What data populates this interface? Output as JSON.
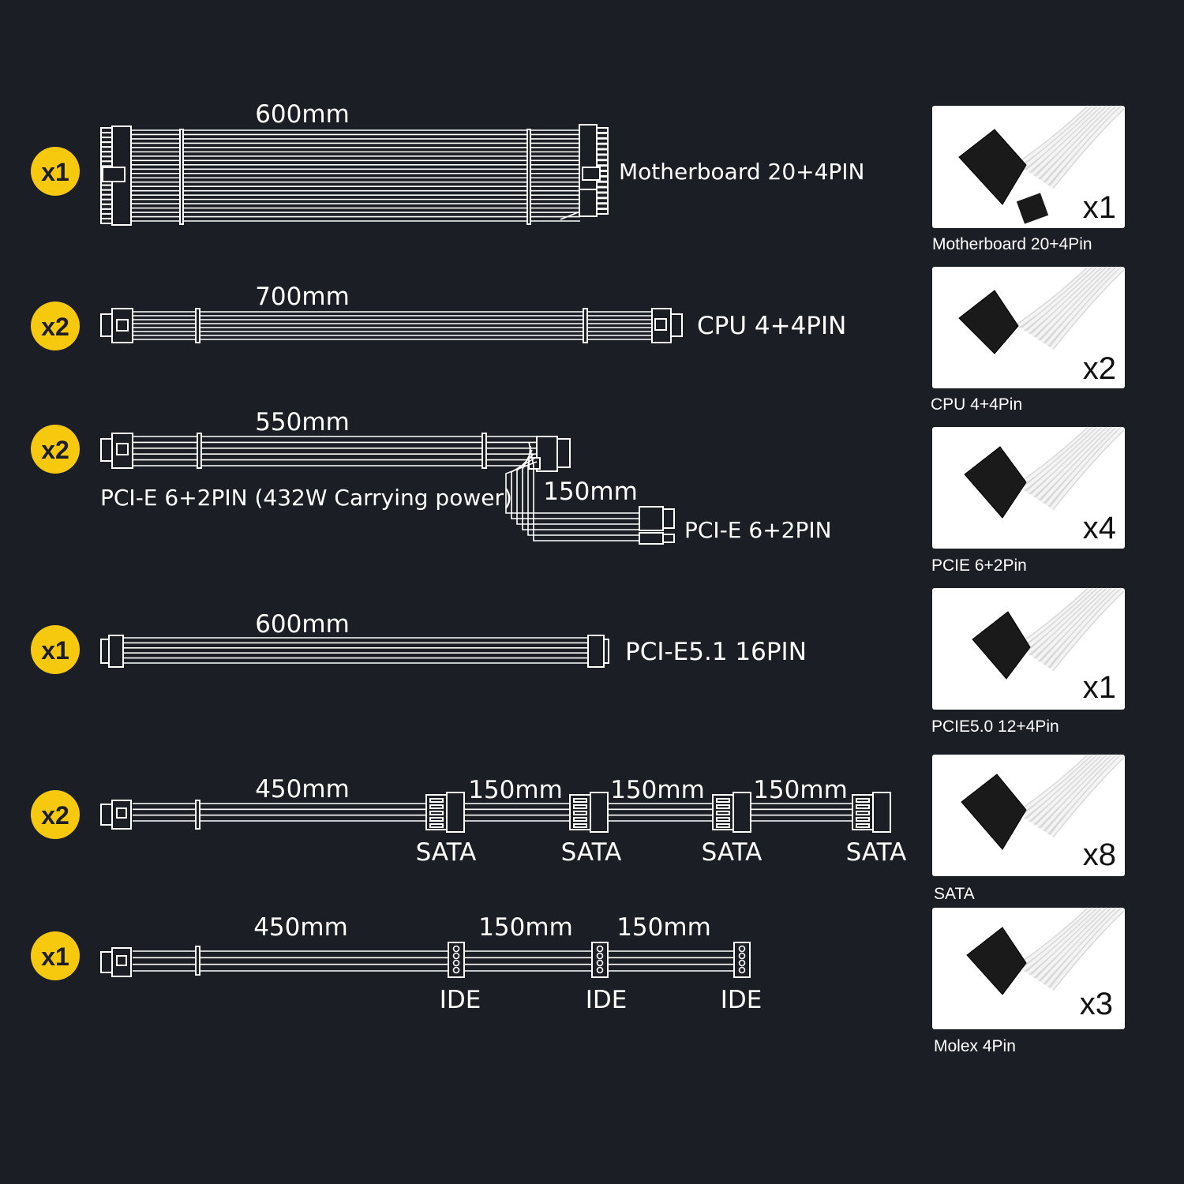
{
  "colors": {
    "background": "#1b1e24",
    "badge": "#f6c90e",
    "line": "#ffffff"
  },
  "rows": [
    {
      "qty": "x1",
      "length": "600mm",
      "name": "Motherboard 20+4PIN"
    },
    {
      "qty": "x2",
      "length": "700mm",
      "name": "CPU 4+4PIN"
    },
    {
      "qty": "x2",
      "length": "550mm",
      "name": "PCI-E 6+2PIN (432W Carrying power)",
      "branch_length": "150mm",
      "branch_name": "PCI-E 6+2PIN"
    },
    {
      "qty": "x1",
      "length": "600mm",
      "name": "PCI-E5.1 16PIN"
    },
    {
      "qty": "x2",
      "length": "450mm",
      "segments": [
        "150mm",
        "150mm",
        "150mm"
      ],
      "connectors": [
        "SATA",
        "SATA",
        "SATA",
        "SATA"
      ]
    },
    {
      "qty": "x1",
      "length": "450mm",
      "segments": [
        "150mm",
        "150mm"
      ],
      "connectors": [
        "IDE",
        "IDE",
        "IDE"
      ]
    }
  ],
  "cards": [
    {
      "count": "x1",
      "caption": "Motherboard 20+4Pin"
    },
    {
      "count": "x2",
      "caption": "CPU 4+4Pin"
    },
    {
      "count": "x4",
      "caption": "PCIE 6+2Pin"
    },
    {
      "count": "x1",
      "caption": "PCIE5.0 12+4Pin"
    },
    {
      "count": "x8",
      "caption": "SATA"
    },
    {
      "count": "x3",
      "caption": "Molex 4Pin"
    }
  ]
}
